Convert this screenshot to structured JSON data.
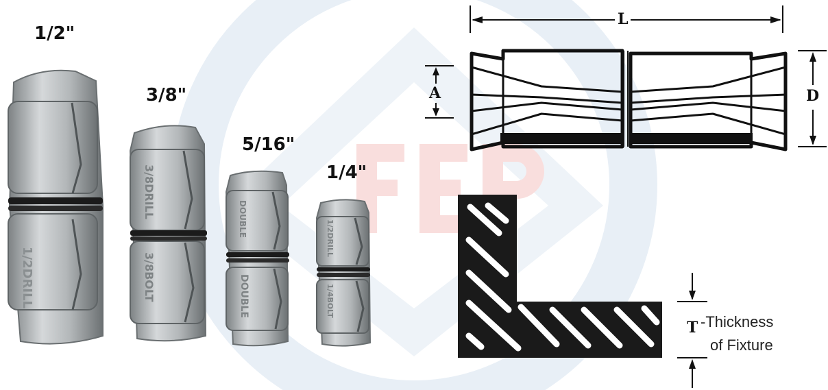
{
  "anchors": [
    {
      "name": "anchor-half-inch",
      "label": "1/2\"",
      "drill_text": "1/2DRILL",
      "bolt_text": ""
    },
    {
      "name": "anchor-three-eighths",
      "label": "3/8\"",
      "drill_text": "3/8DRILL",
      "bolt_text": "3/8BOLT"
    },
    {
      "name": "anchor-five-sixteenths",
      "label": "5/16\"",
      "drill_text": "DOUBLE",
      "bolt_text": "DOUBLE"
    },
    {
      "name": "anchor-quarter-inch",
      "label": "1/4\"",
      "drill_text": "1/2DRILL",
      "bolt_text": "1/4BOLT"
    }
  ],
  "dimensions": {
    "length": "L",
    "groove": "A",
    "diameter": "D",
    "thickness": "T"
  },
  "fixture": {
    "line1": "-Thickness",
    "line2": "of Fixture"
  },
  "colors": {
    "metal": "#a9adaf",
    "metal_light": "#d3d6d8",
    "metal_dark": "#6f7476",
    "ring": "#1b1b1b",
    "ink": "#111111",
    "watermark_blue": "#e6eef6",
    "watermark_red": "#f9dedd"
  }
}
